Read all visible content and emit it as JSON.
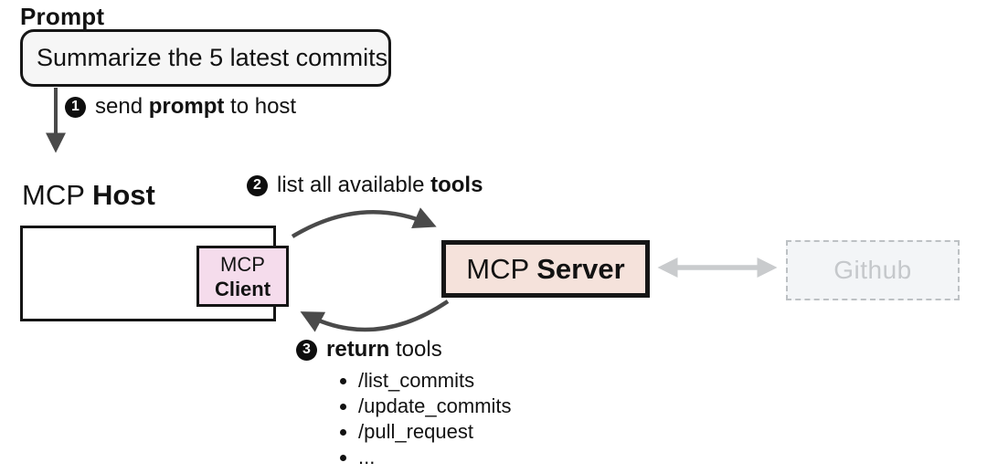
{
  "colors": {
    "arrow_dark": "#4a4a4a",
    "arrow_gray": "#c9cbcd",
    "prompt_fill": "#f6f6f6",
    "client_fill": "#f5dcec",
    "server_fill": "#f5e2db",
    "github_fill": "#f3f5f7",
    "github_ink": "#c5c8cb"
  },
  "prompt": {
    "title": "Prompt",
    "message": "Summarize the 5 latest commits"
  },
  "steps": {
    "one": {
      "num": "1",
      "pre": "send ",
      "bold": "prompt",
      "post": " to host"
    },
    "two": {
      "num": "2",
      "pre": "list all available ",
      "bold": "tools",
      "post": ""
    },
    "three": {
      "num": "3",
      "pre": "",
      "bold": "return",
      "post": " tools"
    }
  },
  "host": {
    "name": "MCP ",
    "name_bold": "Host"
  },
  "client": {
    "line1": "MCP",
    "line2": "Client"
  },
  "server": {
    "name": "MCP ",
    "name_bold": "Server"
  },
  "github": {
    "label": "Github"
  },
  "tools": [
    "/list_commits",
    "/update_commits",
    "/pull_request",
    "..."
  ]
}
